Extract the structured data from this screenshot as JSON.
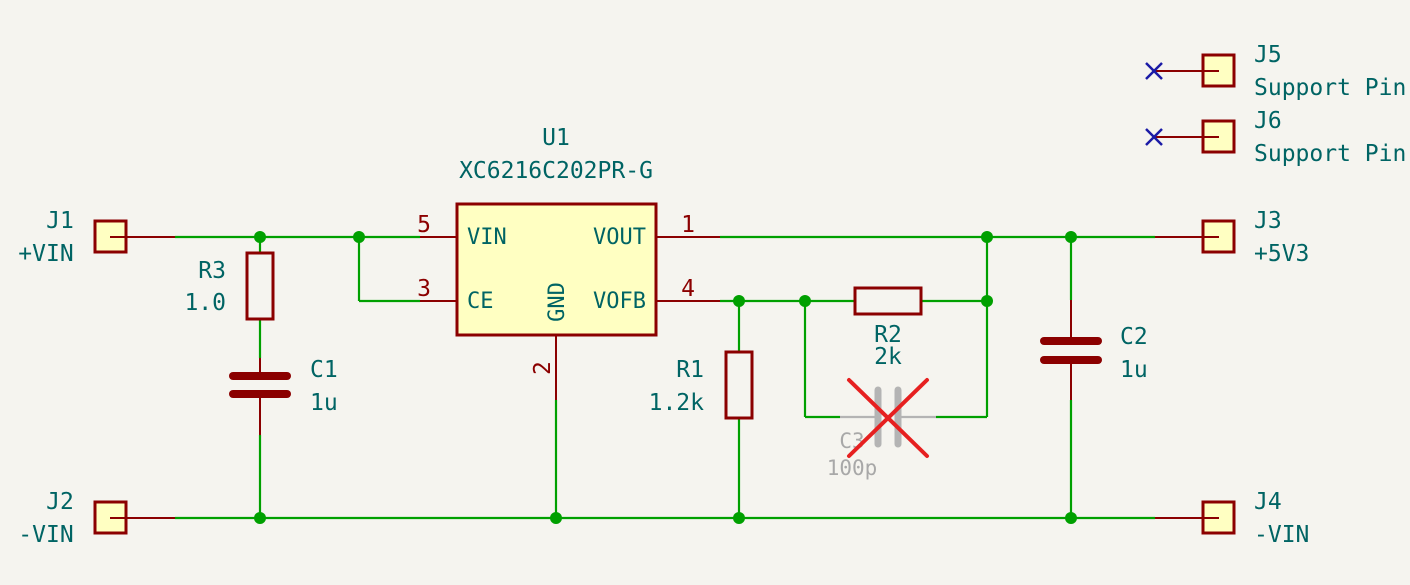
{
  "regulator": {
    "ref": "U1",
    "value": "XC6216C202PR-G",
    "pins": [
      {
        "number": "5",
        "name": "VIN"
      },
      {
        "number": "3",
        "name": "CE"
      },
      {
        "number": "2",
        "name": "GND"
      },
      {
        "number": "1",
        "name": "VOUT"
      },
      {
        "number": "4",
        "name": "VOFB"
      }
    ]
  },
  "connectors": [
    {
      "ref": "J1",
      "label": "+VIN"
    },
    {
      "ref": "J2",
      "label": "-VIN"
    },
    {
      "ref": "J3",
      "label": "+5V3"
    },
    {
      "ref": "J4",
      "label": "-VIN"
    },
    {
      "ref": "J5",
      "label": "Support Pin"
    },
    {
      "ref": "J6",
      "label": "Support Pin"
    }
  ],
  "resistors": [
    {
      "ref": "R1",
      "value": "1.2k"
    },
    {
      "ref": "R2",
      "value": "2k"
    },
    {
      "ref": "R3",
      "value": "1.0"
    }
  ],
  "capacitors": [
    {
      "ref": "C1",
      "value": "1u"
    },
    {
      "ref": "C2",
      "value": "1u"
    },
    {
      "ref": "C3",
      "value": "100p",
      "dnp": true
    }
  ],
  "colors": {
    "background": "#f5f4ef",
    "wire": "#00a000",
    "symbol_outline": "#8b0000",
    "symbol_fill": "#ffffc2",
    "reference_text": "#006464",
    "no_connect": "#1a1aa6",
    "dnp_mark": "#e62020",
    "dnp_text": "#a8a8a8"
  }
}
